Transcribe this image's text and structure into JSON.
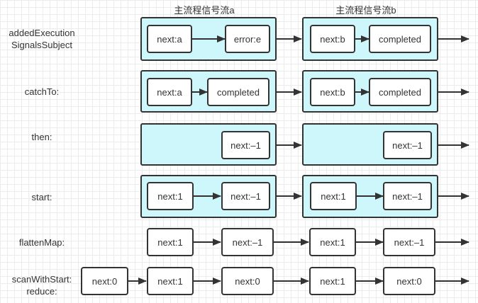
{
  "titles": {
    "stream_a": "主流程信号流a",
    "stream_b": "主流程信号流b"
  },
  "rows": [
    {
      "label": "addedExecution\nSignalsSubject",
      "nodes": [
        "next:a",
        "error:e",
        "next:b",
        "completed"
      ]
    },
    {
      "label": "catchTo:",
      "nodes": [
        "next:a",
        "completed",
        "next:b",
        "completed"
      ]
    },
    {
      "label": "then:",
      "nodes": [
        "next:–1",
        "next:–1"
      ]
    },
    {
      "label": "start:",
      "nodes": [
        "next:1",
        "next:–1",
        "next:1",
        "next:–1"
      ]
    },
    {
      "label": "flattenMap:",
      "nodes": [
        "next:1",
        "next:–1",
        "next:1",
        "next:–1"
      ]
    },
    {
      "label": "scanWithStart:\nreduce:",
      "nodes": [
        "next:0",
        "next:1",
        "next:0",
        "next:1",
        "next:0"
      ]
    }
  ],
  "colors": {
    "group_fill": "#cdf7fa",
    "stroke": "#333333"
  }
}
